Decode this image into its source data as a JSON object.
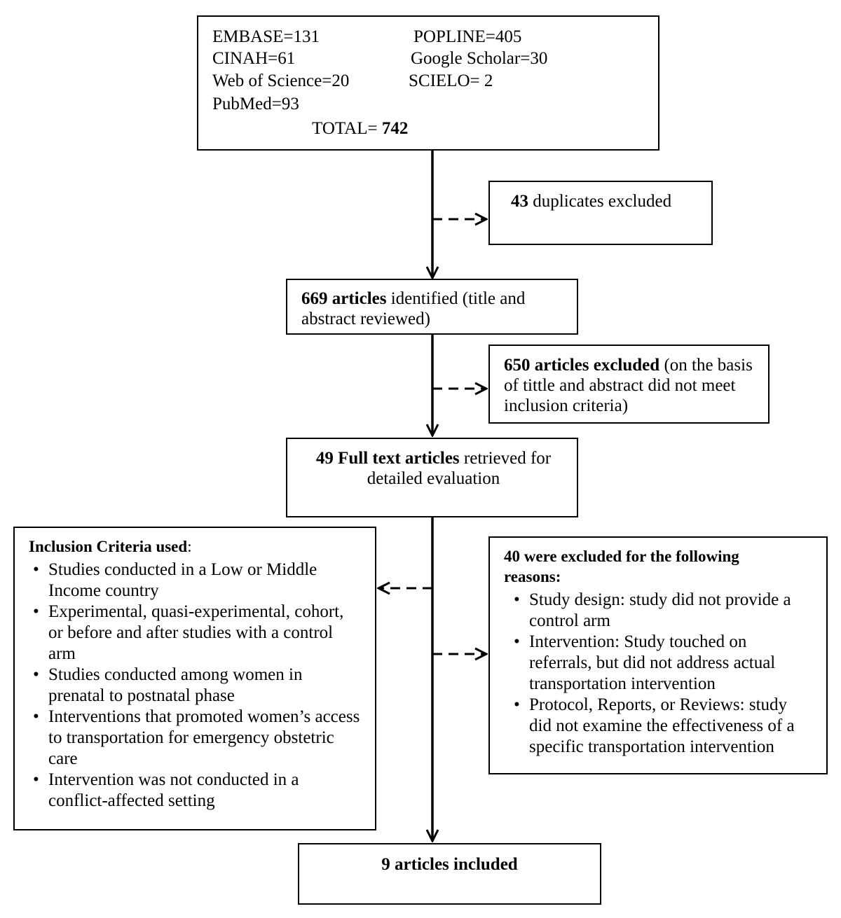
{
  "sources": {
    "embase": "EMBASE=131",
    "popline": "POPLINE=405",
    "cinah": "CINAH=61",
    "google": "Google Scholar=30",
    "wos": "Web of Science=20",
    "scielo": "SCIELO= 2",
    "pubmed": "PubMed=93",
    "total_label": "TOTAL= ",
    "total_value": "742"
  },
  "duplicates": {
    "count": "43",
    "text": " duplicates excluded"
  },
  "identified": {
    "bold": "669 articles",
    "text": " identified (title and abstract reviewed)"
  },
  "excluded_title": {
    "bold": "650 articles excluded",
    "text": " (on the basis of tittle and abstract did not meet inclusion criteria)"
  },
  "fulltext": {
    "bold": "49 Full text articles",
    "text": " retrieved for detailed evaluation"
  },
  "inclusion": {
    "heading_bold": "Inclusion Criteria used",
    "heading_colon": ":",
    "items": [
      "Studies conducted in a Low or Middle Income country",
      "Experimental, quasi-experimental,  cohort, or before and after studies with a control arm",
      "Studies conducted among women in prenatal to postnatal phase",
      "Interventions that promoted women’s access to transportation for emergency obstetric care",
      "Intervention was not conducted in a conflict-affected setting"
    ]
  },
  "exclusion": {
    "heading": "40 were excluded for the following reasons:",
    "items": [
      "Study design: study did not provide a control arm",
      "Intervention: Study touched on referrals, but did not address actual transportation intervention",
      "Protocol, Reports, or Reviews: study did not examine the effectiveness of a specific transportation intervention"
    ]
  },
  "included": {
    "text": "9 articles included"
  },
  "bullet_glyph": "•"
}
